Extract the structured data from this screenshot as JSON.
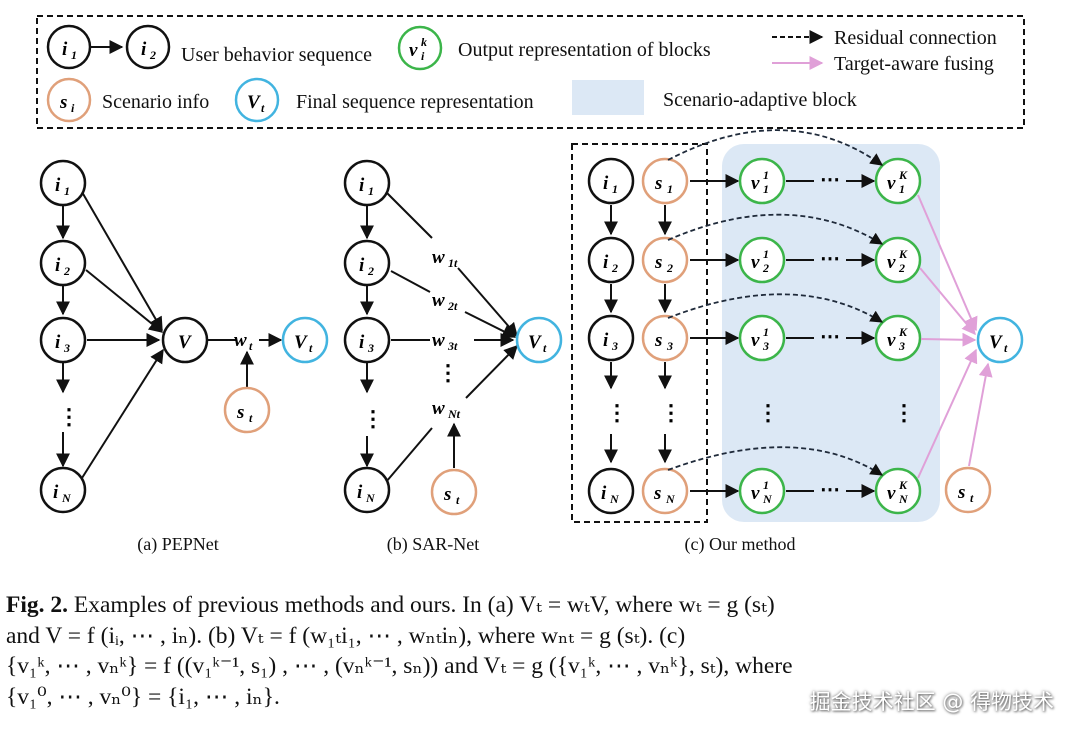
{
  "legend": {
    "node_i1": "i",
    "node_i1_sub": "1",
    "node_i2": "i",
    "node_i2_sub": "2",
    "user_behavior_sequence": "User behavior sequence",
    "node_vik": "v",
    "node_vik_sub": "i",
    "node_vik_sup": "k",
    "output_representation": "Output representation of blocks",
    "residual_connection": "Residual connection",
    "target_aware_fusing": "Target-aware fusing",
    "node_si": "s",
    "node_si_sub": "i",
    "scenario_info": "Scenario info",
    "node_vt": "V",
    "node_vt_sub": "t",
    "final_sequence_representation": "Final sequence representation",
    "scenario_adaptive_block": "Scenario-adaptive block"
  },
  "panel_a": {
    "label": "(a) PEPNet",
    "nodes": [
      "i1",
      "i2",
      "i3",
      "iN"
    ],
    "center": "V",
    "weight": "w",
    "weight_sub": "t",
    "output": "V",
    "output_sub": "t",
    "scenario": "s",
    "scenario_sub": "t"
  },
  "panel_b": {
    "label": "(b) SAR-Net",
    "weights": [
      "w1t",
      "w2t",
      "w3t",
      "wNt"
    ],
    "output": "V",
    "output_sub": "t",
    "scenario": "s",
    "scenario_sub": "t"
  },
  "panel_c": {
    "label": "(c) Our method",
    "rows": [
      "1",
      "2",
      "3",
      "N"
    ],
    "output": "V",
    "output_sub": "t",
    "scenario": "s",
    "scenario_sub": "t"
  },
  "caption": {
    "fig_label": "Fig. 2.",
    "line1": "Examples of previous methods and ours. In (a) Vₜ = wₜV, where wₜ = g (sₜ)",
    "line2": "and  V  =  f (iᵢ, ⋯ , iₙ).  (b)  Vₜ  =  f (w₁ₜi₁, ⋯ , wₙₜiₙ),  where  wₙₜ  =  g (sₜ).  (c)",
    "line3": "{v₁ᵏ, ⋯ , vₙᵏ}  =  f ((v₁ᵏ⁻¹, s₁) , ⋯ , (vₙᵏ⁻¹, sₙ))  and  Vₜ  =  g ({v₁ᵏ, ⋯ , vₙᵏ}, sₜ),  where",
    "line4": "{v₁⁰, ⋯ , vₙ⁰} = {i₁, ⋯ , iₙ}."
  },
  "watermark": "掘金技术社区 @ 得物技术",
  "colors": {
    "black_node": "#111111",
    "green_node": "#3cb54a",
    "orange_node": "#e0a07a",
    "blue_node": "#42b4e0",
    "block_fill": "#dce8f5",
    "pink_arrow": "#e0a0d8"
  }
}
